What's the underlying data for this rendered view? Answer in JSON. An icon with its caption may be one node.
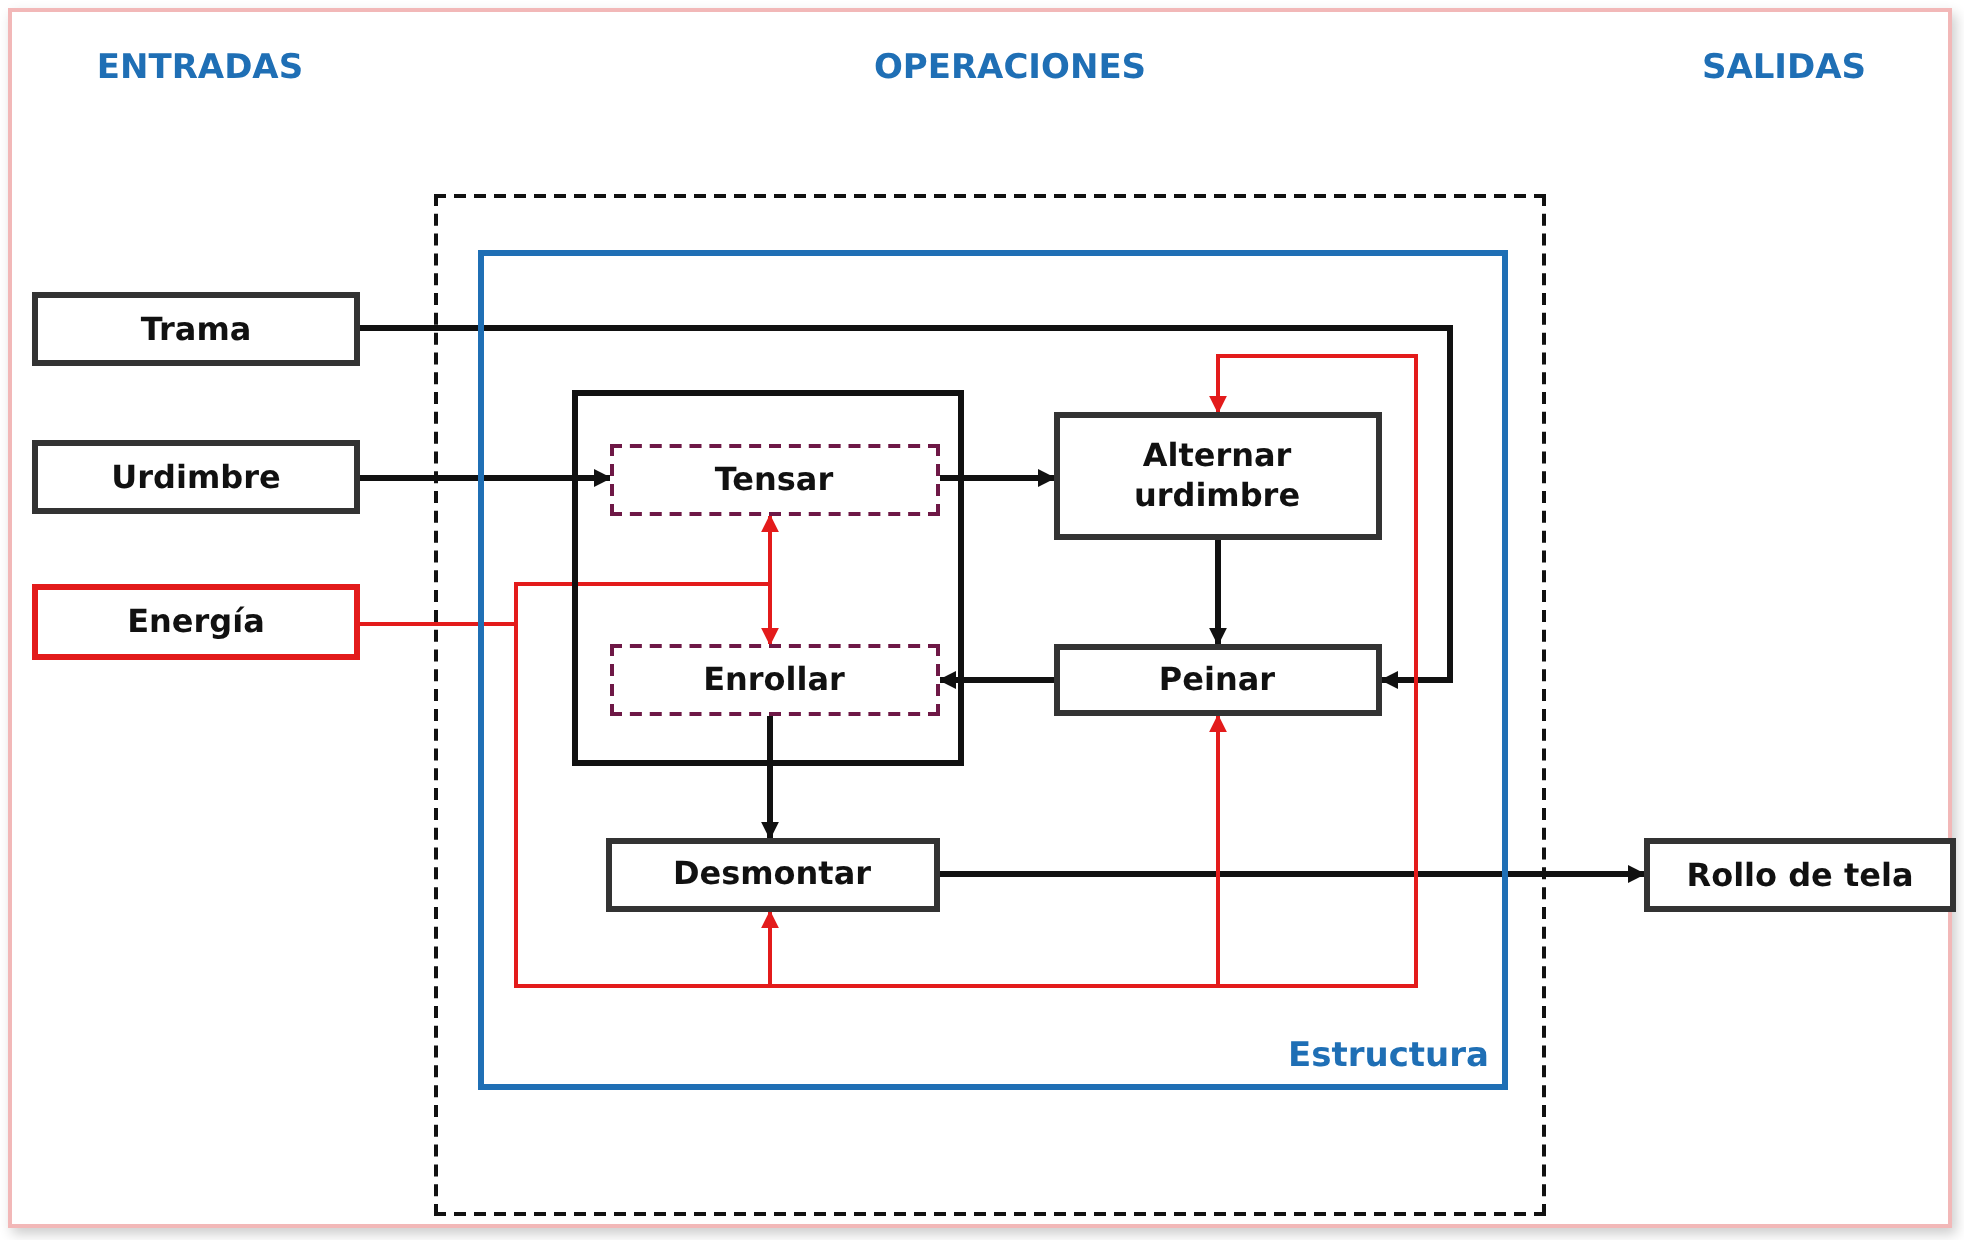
{
  "diagram": {
    "nodes": [
      {
        "text": [],
        "shape": "box"
      },
      {
        "text": [
          "Estructura"
        ],
        "in": 0
      },
      {
        "text": [
          "Trama"
        ]
      },
      {
        "text": [
          "Urdimbre"
        ]
      },
      {
        "text": [
          "Energía"
        ]
      },
      {
        "text": [],
        "shape": "box",
        "in": 1
      },
      {
        "text": [
          "Tensar"
        ],
        "in": 5
      },
      {
        "text": [
          "Alternar urdimbre"
        ],
        "in": 1
      },
      {
        "text": [
          "Enrollar"
        ],
        "in": 5
      },
      {
        "text": [
          "Peinar"
        ],
        "in": 1
      },
      {
        "text": [
          "Desmontar"
        ],
        "in": 1
      },
      {
        "text": [
          "Rollo de tela"
        ]
      }
    ],
    "edges": [
      {
        "from": 2,
        "to": 9,
        "arrow": "to"
      },
      {
        "from": 3,
        "to": 6,
        "arrow": "to"
      },
      {
        "from": 6,
        "to": 7,
        "arrow": "to"
      },
      {
        "from": 7,
        "to": 9,
        "arrow": "to"
      },
      {
        "from": 9,
        "to": 8,
        "arrow": "to"
      },
      {
        "from": 8,
        "to": 10,
        "arrow": "to"
      },
      {
        "from": 10,
        "to": 11,
        "arrow": "to"
      },
      {
        "from": 4,
        "to": 6,
        "arrow": "to",
        "color": "#e31b1b"
      },
      {
        "from": 4,
        "to": 8,
        "arrow": "to",
        "color": "#e31b1b"
      },
      {
        "from": 4,
        "to": 10,
        "arrow": "to",
        "color": "#e31b1b"
      },
      {
        "from": 4,
        "to": 9,
        "arrow": "to",
        "color": "#e31b1b"
      },
      {
        "from": 4,
        "to": 7,
        "arrow": "to",
        "color": "#e31b1b"
      }
    ],
    "labels": [
      "ENTRADAS",
      "OPERACIONES",
      "SALIDAS"
    ]
  }
}
